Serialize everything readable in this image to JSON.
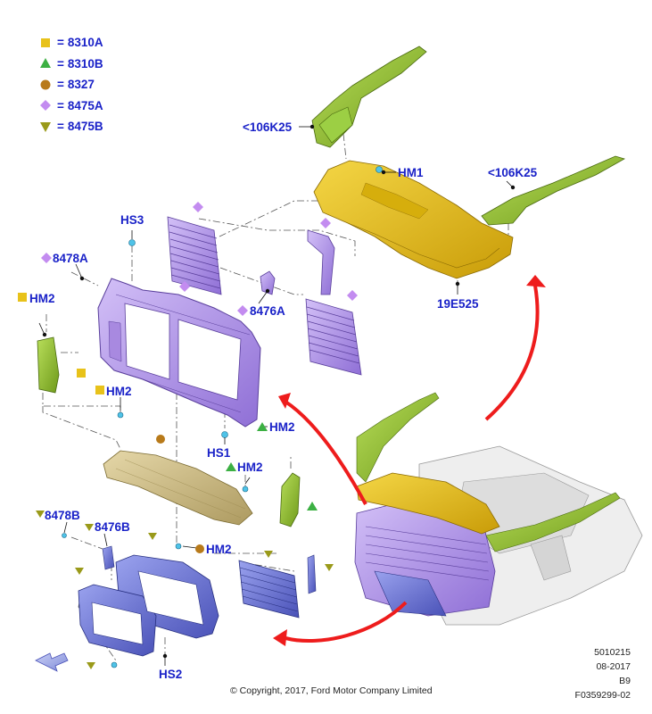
{
  "legend": [
    {
      "symbol": "square",
      "color": "#e8c21a",
      "label": "8310A"
    },
    {
      "symbol": "triangle-up",
      "color": "#3cb043",
      "label": "8310B"
    },
    {
      "symbol": "circle",
      "color": "#b87a1a",
      "label": "8327"
    },
    {
      "symbol": "diamond",
      "color": "#c38cf0",
      "label": "8475A"
    },
    {
      "symbol": "triangle-down",
      "color": "#9a9a1a",
      "label": "8475B"
    }
  ],
  "legend_eq": "=",
  "callouts": {
    "c106k25_a": "<106K25",
    "hm1": "HM1",
    "c106k25_b": "<106K25",
    "hs3": "HS3",
    "c8478a": "8478A",
    "hm2_a": "HM2",
    "c8476a": "8476A",
    "c19e525": "19E525",
    "hm2_b": "HM2",
    "hm2_c": "HM2",
    "hs1": "HS1",
    "hm2_d": "HM2",
    "c8478b": "8478B",
    "c8476b": "8476B",
    "hm2_e": "HM2",
    "hs2": "HS2"
  },
  "footer": {
    "code": "5010215",
    "date": "08-2017",
    "rev": "B9",
    "figure": "F0359299-02",
    "copyright": "© Copyright, 2017, Ford Motor Company Limited"
  },
  "colors": {
    "label": "#1a22c8",
    "purple_part": "#b89be8",
    "blue_part": "#6f78d8",
    "yellow_part": "#e3bf1e",
    "green_part": "#93c43a",
    "tan_part": "#cdb98a",
    "arrow_red": "#ee1c1c"
  }
}
